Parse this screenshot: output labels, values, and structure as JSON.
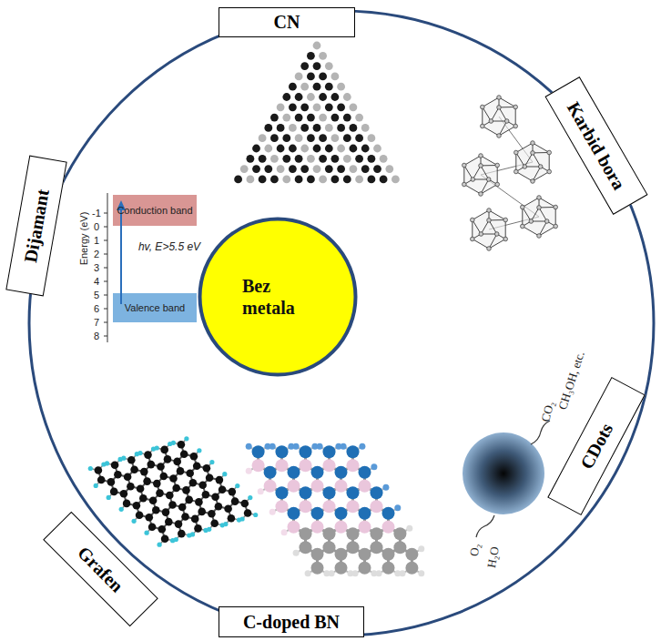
{
  "diagram": {
    "nodes": [
      {
        "text": [
          "CN"
        ]
      },
      {
        "text": [
          "Dijamant"
        ]
      },
      {
        "text": [
          "Karbid bora"
        ]
      },
      {
        "text": [
          "Bez metala"
        ]
      },
      {
        "text": [
          "CDots"
        ]
      },
      {
        "text": [
          "Grafen"
        ]
      },
      {
        "text": [
          "C-doped BN"
        ]
      }
    ],
    "labels": [
      "-1",
      "0",
      "1",
      "2",
      "3",
      "4",
      "5",
      "6",
      "7",
      "8",
      "Energy (eV)",
      "Conduction band",
      "hv, E>5.5 eV",
      "Valence band",
      "CO₂",
      "CH₃OH, etc.",
      "O₂",
      "H₂O"
    ]
  }
}
